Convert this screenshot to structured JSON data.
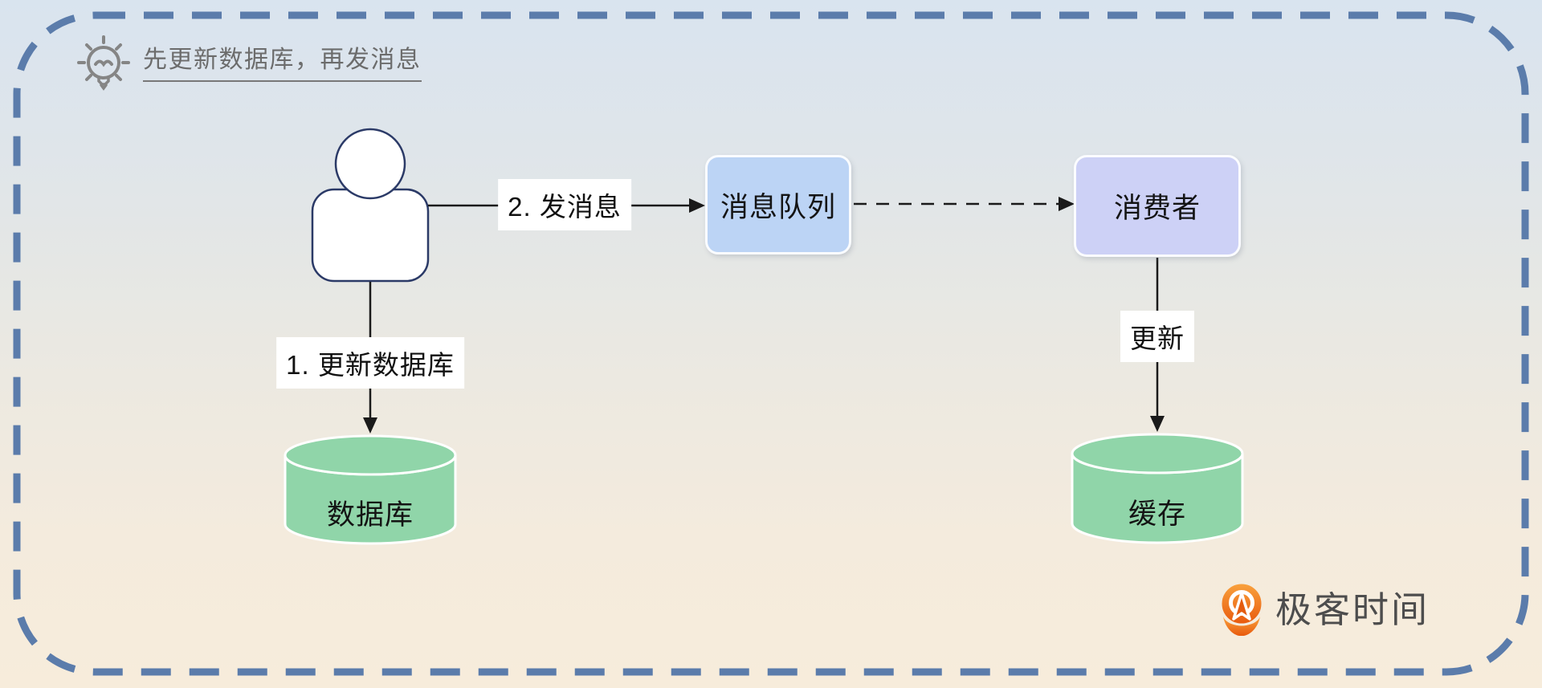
{
  "diagram": {
    "title": "先更新数据库，再发消息",
    "nodes": {
      "queue": {
        "label": "消息队列"
      },
      "consumer": {
        "label": "消费者"
      },
      "database": {
        "label": "数据库"
      },
      "cache": {
        "label": "缓存"
      }
    },
    "edge_labels": {
      "send_message": "2. 发消息",
      "update_database": "1. 更新数据库",
      "update_cache": "更新"
    }
  },
  "branding": {
    "name": "极客时间"
  },
  "colors": {
    "border_dash": "#5b7cab",
    "bg_top": "#d9e4ef",
    "bg_bottom": "#f7ecdb",
    "queue_fill": "#bcd4f5",
    "consumer_fill": "#cdd1f6",
    "cylinder_fill": "#90d5a9",
    "actor_stroke": "#2b3a67",
    "title_text": "#6c6c6c",
    "arrow": "#1a1a1a",
    "logo_orange_top": "#f9a33e",
    "logo_orange_bottom": "#e8590d",
    "logo_text": "#4d4d4d"
  }
}
